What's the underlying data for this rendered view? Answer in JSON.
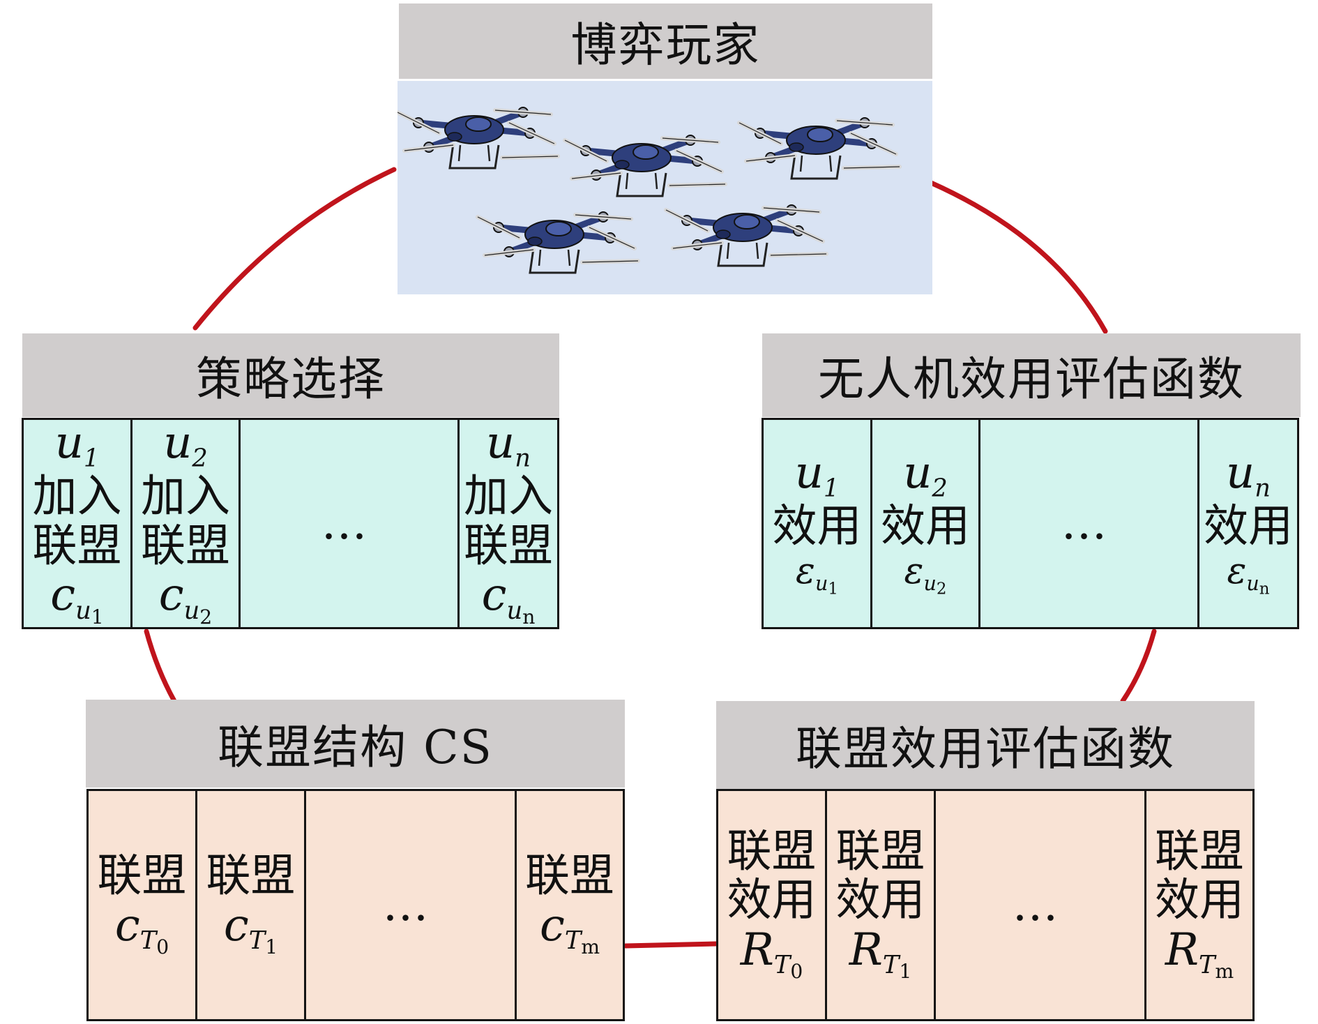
{
  "players": {
    "title": "博弈玩家"
  },
  "strategy": {
    "title": "策略选择",
    "cells": [
      {
        "member": "u",
        "member_sub": "1",
        "text1": "加入",
        "text2": "联盟",
        "coalition": "c",
        "coalition_sub": "u",
        "coalition_sub2": "1"
      },
      {
        "member": "u",
        "member_sub": "2",
        "text1": "加入",
        "text2": "联盟",
        "coalition": "c",
        "coalition_sub": "u",
        "coalition_sub2": "2"
      },
      {
        "dots": "…"
      },
      {
        "member": "u",
        "member_sub": "n",
        "text1": "加入",
        "text2": "联盟",
        "coalition": "c",
        "coalition_sub": "u",
        "coalition_sub2": "n"
      }
    ]
  },
  "uav_utility": {
    "title": "无人机效用评估函数",
    "cells": [
      {
        "member": "u",
        "member_sub": "1",
        "text": "效用",
        "symbol": "ε",
        "symbol_sub": "u",
        "symbol_sub2": "1"
      },
      {
        "member": "u",
        "member_sub": "2",
        "text": "效用",
        "symbol": "ε",
        "symbol_sub": "u",
        "symbol_sub2": "2"
      },
      {
        "dots": "…"
      },
      {
        "member": "u",
        "member_sub": "n",
        "text": "效用",
        "symbol": "ε",
        "symbol_sub": "u",
        "symbol_sub2": "n"
      }
    ]
  },
  "structure": {
    "title": "联盟结构 CS",
    "cells": [
      {
        "text": "联盟",
        "symbol": "c",
        "symbol_sub": "T",
        "symbol_sub2": "0"
      },
      {
        "text": "联盟",
        "symbol": "c",
        "symbol_sub": "T",
        "symbol_sub2": "1"
      },
      {
        "dots": "…"
      },
      {
        "text": "联盟",
        "symbol": "c",
        "symbol_sub": "T",
        "symbol_sub2": "m"
      }
    ]
  },
  "coalition_utility": {
    "title": "联盟效用评估函数",
    "cells": [
      {
        "text1": "联盟",
        "text2": "效用",
        "symbol": "R",
        "symbol_sub": "T",
        "symbol_sub2": "0"
      },
      {
        "text1": "联盟",
        "text2": "效用",
        "symbol": "R",
        "symbol_sub": "T",
        "symbol_sub2": "1"
      },
      {
        "dots": "…"
      },
      {
        "text1": "联盟",
        "text2": "效用",
        "symbol": "R",
        "symbol_sub": "T",
        "symbol_sub2": "m"
      }
    ]
  },
  "colors": {
    "ring": "#c0141c",
    "header": "#d0cdcd",
    "uav_panel": "#d9e3f3",
    "cyan_cell": "#d3f4ee",
    "peach_cell": "#f9e3d5",
    "drone_body": "#2e3f7c"
  }
}
